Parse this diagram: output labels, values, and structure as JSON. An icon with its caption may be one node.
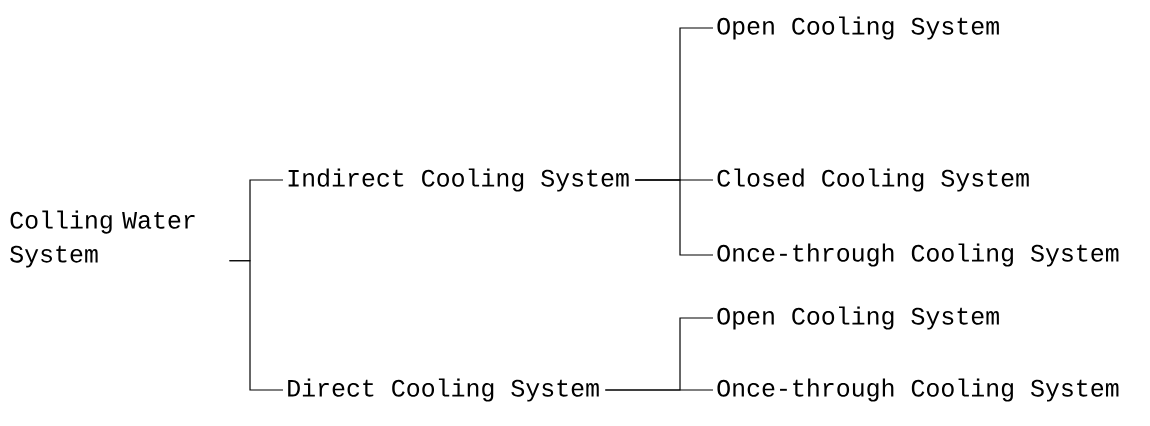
{
  "diagram": {
    "nodes": [
      {
        "text": [
          "Colling Water System"
        ]
      },
      {
        "text": [
          "Indirect Cooling System"
        ]
      },
      {
        "text": [
          "Open Cooling System"
        ]
      },
      {
        "text": [
          "Closed Cooling System"
        ]
      },
      {
        "text": [
          "Once-through Cooling System"
        ]
      },
      {
        "text": [
          "Direct Cooling System"
        ]
      },
      {
        "text": [
          "Open Cooling System"
        ]
      },
      {
        "text": [
          "Once-through Cooling System"
        ]
      }
    ],
    "edges": [
      {
        "from": 0,
        "to": 1,
        "arrow": "none"
      },
      {
        "from": 0,
        "to": 5,
        "arrow": "none"
      },
      {
        "from": 1,
        "to": 2,
        "arrow": "none"
      },
      {
        "from": 1,
        "to": 3,
        "arrow": "none"
      },
      {
        "from": 1,
        "to": 4,
        "arrow": "none"
      },
      {
        "from": 5,
        "to": 6,
        "arrow": "none"
      },
      {
        "from": 5,
        "to": 7,
        "arrow": "none"
      }
    ]
  }
}
